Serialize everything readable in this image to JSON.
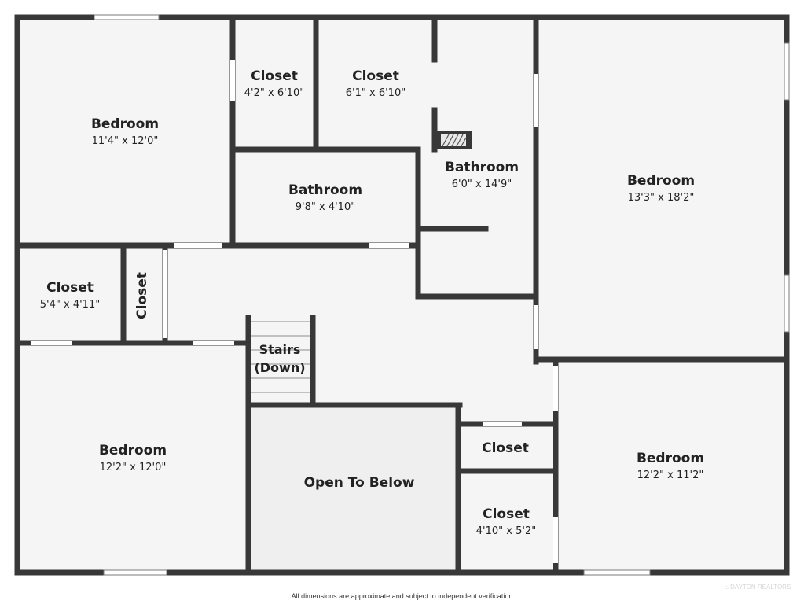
{
  "colors": {
    "wall": "#383838",
    "floor": "#f5f5f5",
    "open_floor": "#efefef",
    "window": "#ffffff"
  },
  "rooms": {
    "bedroom_nw": {
      "name": "Bedroom",
      "dims": "11'4\" x 12'0\""
    },
    "closet_top_a": {
      "name": "Closet",
      "dims": "4'2\" x 6'10\""
    },
    "closet_top_b": {
      "name": "Closet",
      "dims": "6'1\" x 6'10\""
    },
    "bathroom_center": {
      "name": "Bathroom",
      "dims": "9'8\" x 4'10\""
    },
    "bathroom_right": {
      "name": "Bathroom",
      "dims": "6'0\" x 14'9\""
    },
    "bedroom_ne": {
      "name": "Bedroom",
      "dims": "13'3\" x 18'2\""
    },
    "closet_left": {
      "name": "Closet",
      "dims": "5'4\" x 4'11\""
    },
    "closet_narrow": {
      "name": "Closet"
    },
    "stairs": {
      "line1": "Stairs",
      "line2": "(Down)"
    },
    "bedroom_sw": {
      "name": "Bedroom",
      "dims": "12'2\" x 12'0\""
    },
    "open_to_below": {
      "name": "Open To Below"
    },
    "closet_small": {
      "name": "Closet"
    },
    "closet_bottom": {
      "name": "Closet",
      "dims": "4'10\" x 5'2\""
    },
    "bedroom_se": {
      "name": "Bedroom",
      "dims": "12'2\" x 11'2\""
    }
  },
  "footer": {
    "note": "All dimensions are approximate and subject to independent verification"
  },
  "watermark": {
    "text": "DAYTON REALTORS"
  }
}
